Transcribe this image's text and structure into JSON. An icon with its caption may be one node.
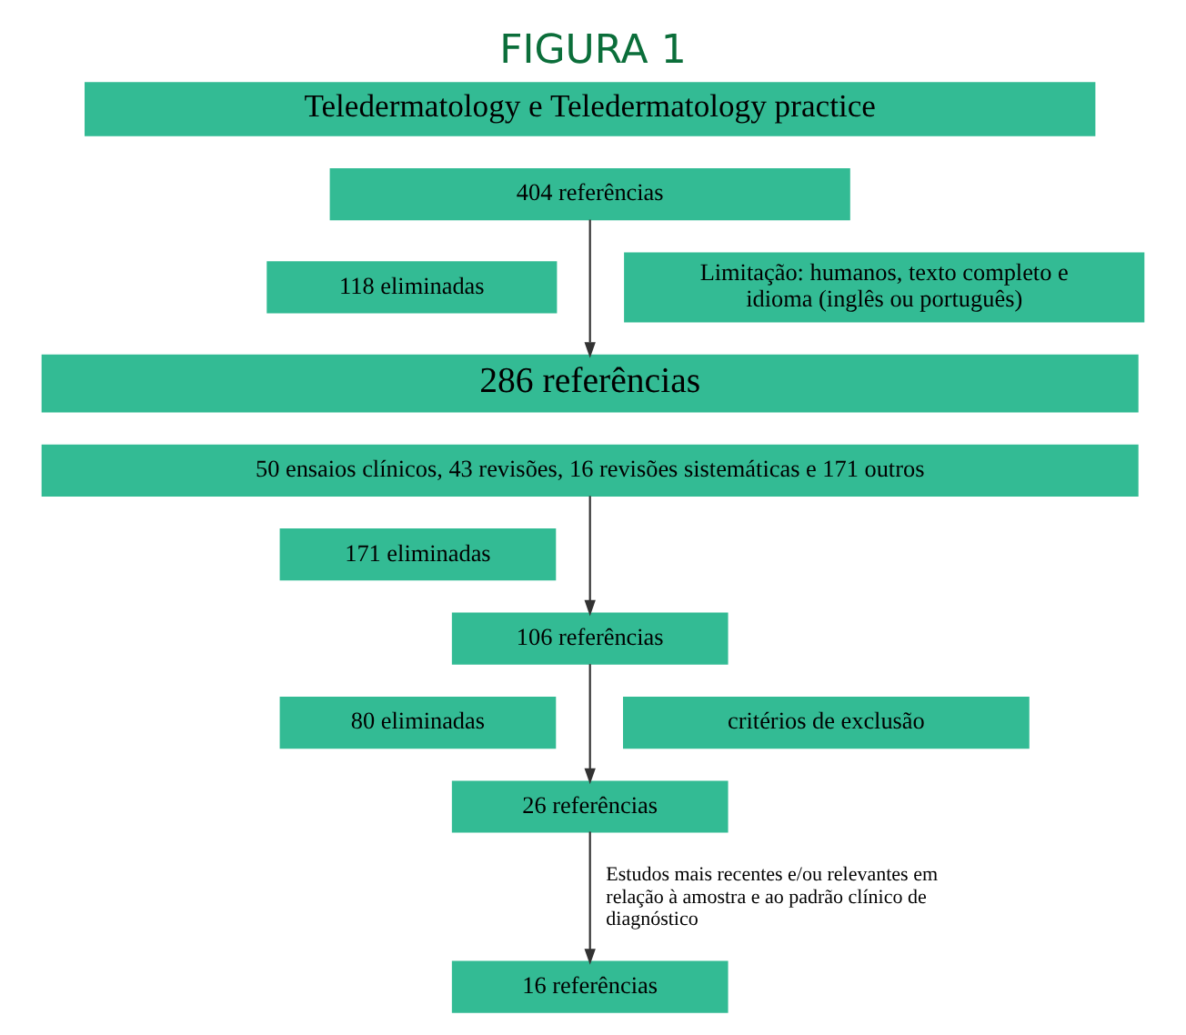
{
  "diagram": {
    "title": "FIGURA 1",
    "nodes": [
      {
        "text": [
          "Teledermatology e Teledermatology practice"
        ]
      },
      {
        "text": [
          "404 referências"
        ]
      },
      {
        "text": [
          "118 eliminadas"
        ]
      },
      {
        "text": [
          "Limitação: humanos, texto completo e idioma (inglês ou português)"
        ]
      },
      {
        "text": [
          "286 referências"
        ]
      },
      {
        "text": [
          "50 ensaios clínicos, 43 revisões, 16 revisões sistemáticas e 171 outros"
        ]
      },
      {
        "text": [
          "171 eliminadas"
        ]
      },
      {
        "text": [
          "106 referências"
        ]
      },
      {
        "text": [
          "80 eliminadas"
        ]
      },
      {
        "text": [
          "critérios de exclusão"
        ]
      },
      {
        "text": [
          "26 referências"
        ]
      },
      {
        "text": [
          "16 referências"
        ]
      }
    ],
    "edges": [
      {
        "from": 1,
        "to": 4,
        "arrow": "to"
      },
      {
        "from": 5,
        "to": 7,
        "arrow": "to"
      },
      {
        "from": 7,
        "to": 10,
        "arrow": "to"
      },
      {
        "from": 10,
        "to": 11,
        "arrow": "to",
        "label": "Estudos mais recentes e/ou relevantes em relação à amostra e ao padrão clínico de diagnóstico"
      }
    ]
  }
}
